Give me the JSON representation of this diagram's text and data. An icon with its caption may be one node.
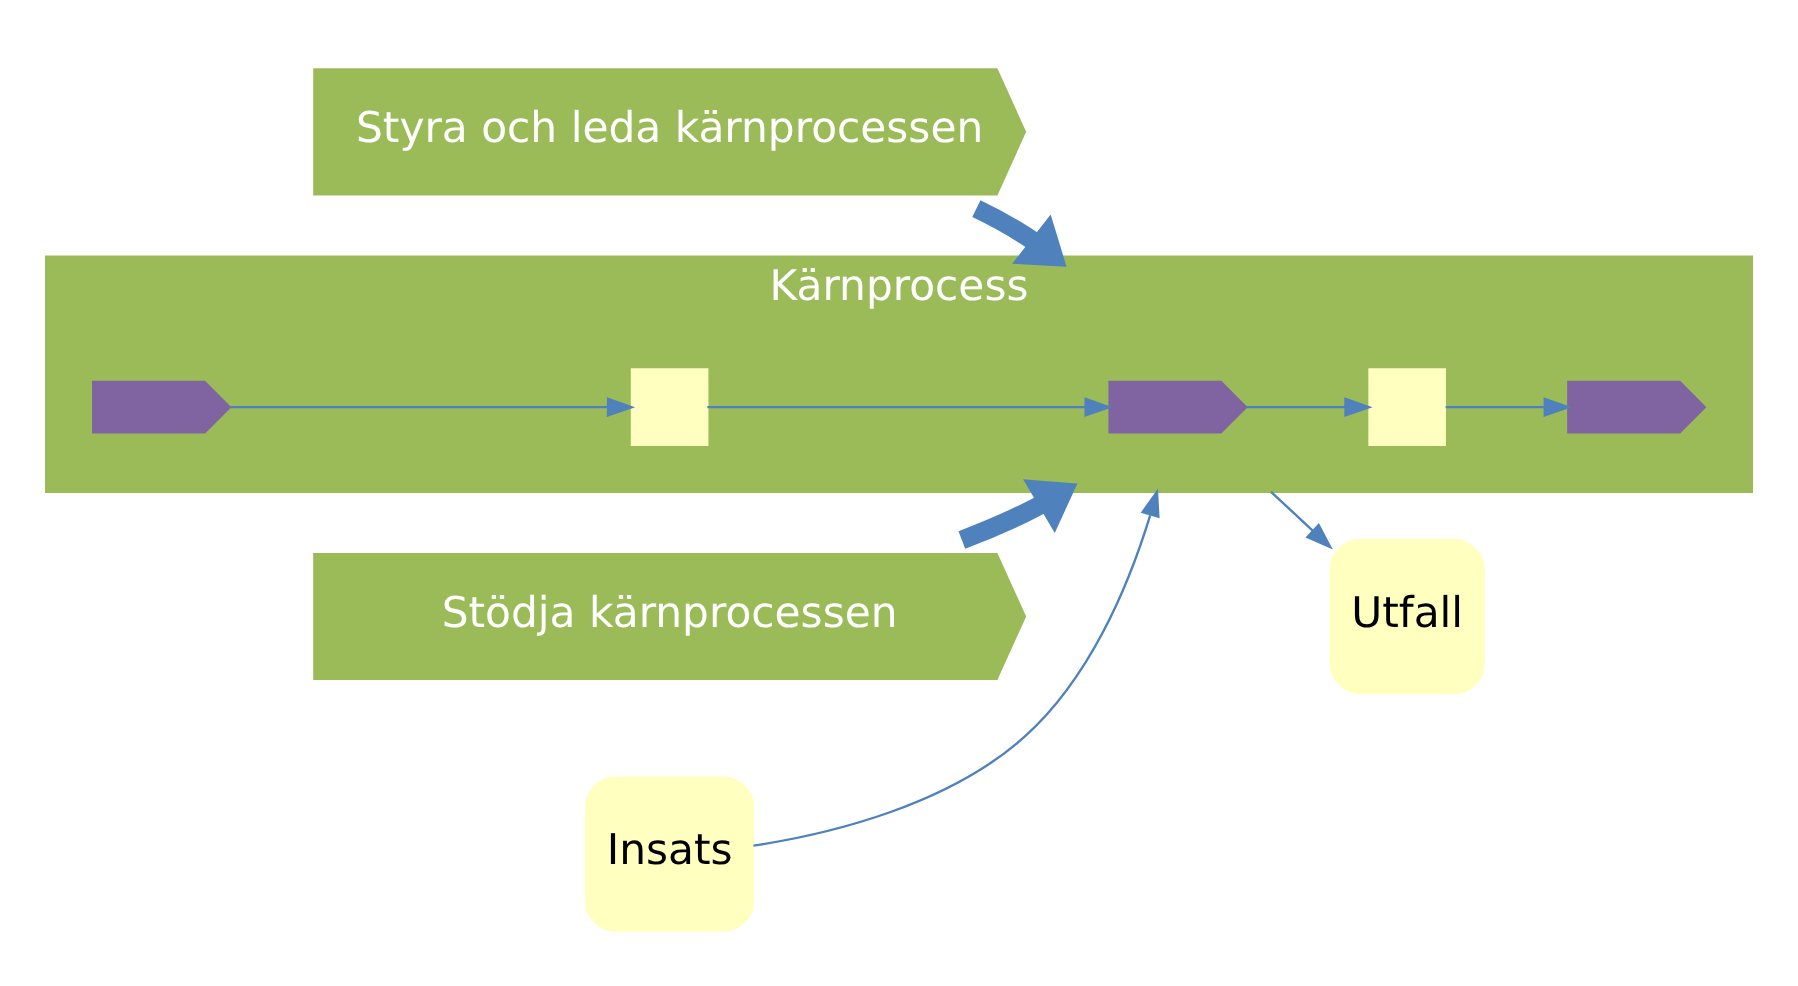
{
  "diagram": {
    "nodes": [
      {
        "text": [
          "Styra och leda kärnprocessen"
        ]
      },
      {
        "text": [
          "Kärnprocess"
        ]
      },
      {
        "text": [],
        "shape": "chevron",
        "in": 1
      },
      {
        "text": [],
        "shape": "box",
        "in": 1
      },
      {
        "text": [],
        "shape": "chevron",
        "in": 1
      },
      {
        "text": [],
        "shape": "box",
        "in": 1
      },
      {
        "text": [],
        "shape": "chevron",
        "in": 1
      },
      {
        "text": [
          "Stödja kärnprocessen"
        ]
      },
      {
        "text": [
          "Insats"
        ]
      },
      {
        "text": [
          "Utfall"
        ]
      }
    ],
    "edges": [
      {
        "from": 0,
        "to": 1,
        "arrow": "to",
        "style": "thick"
      },
      {
        "from": 7,
        "to": 1,
        "arrow": "to",
        "style": "thick"
      },
      {
        "from": 8,
        "to": 1,
        "arrow": "to"
      },
      {
        "from": 1,
        "to": 9,
        "arrow": "to"
      },
      {
        "from": 2,
        "to": 3,
        "arrow": "to"
      },
      {
        "from": 3,
        "to": 4,
        "arrow": "to"
      },
      {
        "from": 4,
        "to": 5,
        "arrow": "to"
      },
      {
        "from": 5,
        "to": 6,
        "arrow": "to"
      }
    ]
  }
}
